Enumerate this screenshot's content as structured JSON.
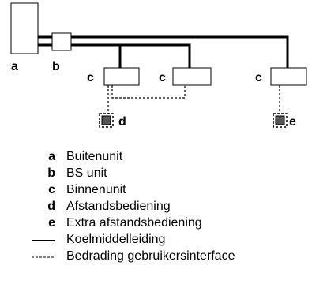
{
  "diagram": {
    "labels": {
      "outdoor": "a",
      "bs_unit": "b",
      "indoor_1": "c",
      "indoor_2": "c",
      "indoor_3": "c",
      "remote": "d",
      "extra_remote": "e"
    }
  },
  "legend": {
    "items": [
      {
        "key": "a",
        "text": "Buitenunit"
      },
      {
        "key": "b",
        "text": "BS unit"
      },
      {
        "key": "c",
        "text": "Binnenunit"
      },
      {
        "key": "d",
        "text": "Afstandsbediening"
      },
      {
        "key": "e",
        "text": "Extra afstandsbediening"
      }
    ],
    "refrigerant_piping": "Koelmiddelleiding",
    "user_interface_wiring": "Bedrading gebruikersinterface"
  },
  "colors": {
    "line": "#000000",
    "background": "#ffffff",
    "remote_fill": "#555555"
  }
}
